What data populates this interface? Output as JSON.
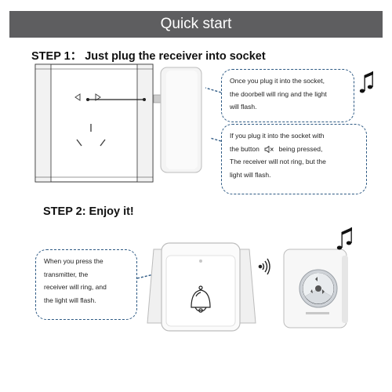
{
  "header": {
    "title": "Quick start"
  },
  "step1": {
    "title": "STEP 1： Just plug the receiver into socket",
    "bubble1_lines": [
      "Once you plug it into the socket,",
      "the doorbell will ring and the light",
      "will flash."
    ],
    "bubble2_line1": "If you plug it into the socket with",
    "bubble2_line2a": "the button",
    "bubble2_line2b": "being pressed,",
    "bubble2_line3": "The receiver will not ring, but the",
    "bubble2_line4": "light will flash."
  },
  "step2": {
    "title": "STEP 2: Enjoy it!",
    "bubble3_lines": [
      "When you press the",
      "transmitter, the",
      "receiver will ring, and",
      "the light will flash."
    ]
  },
  "icons": {
    "music_notes": "music-notes-icon",
    "mute": "mute-icon",
    "bell": "bell-icon",
    "wireless": "wireless-signal-icon"
  },
  "colors": {
    "header_bg": "#5e5e60",
    "bubble_border": "#2e5a84",
    "accent_blue": "#1f4f86"
  }
}
